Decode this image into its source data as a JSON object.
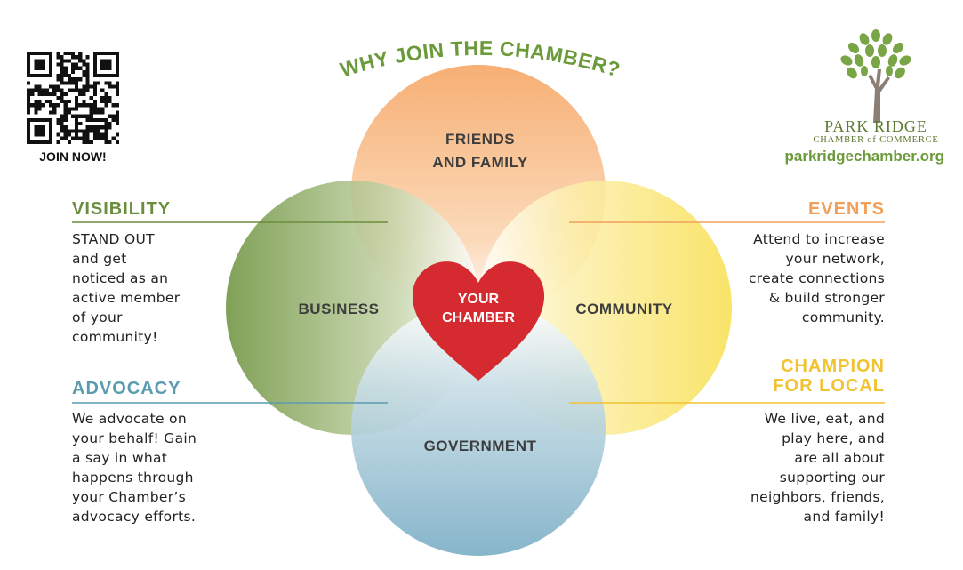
{
  "qr": {
    "caption": "JOIN NOW!"
  },
  "title": "WHY JOIN THE CHAMBER?",
  "circles": {
    "top": "FRIENDS AND FAMILY",
    "top_line1": "FRIENDS",
    "top_line2": "AND FAMILY",
    "left": "BUSINESS",
    "right": "COMMUNITY",
    "bottom": "GOVERNMENT"
  },
  "heart": {
    "line1": "YOUR",
    "line2": "CHAMBER"
  },
  "sections": {
    "visibility": {
      "heading": "VISIBILITY",
      "body": [
        "STAND OUT",
        "and get",
        "noticed as an",
        "active member",
        "of your",
        "community!"
      ]
    },
    "advocacy": {
      "heading": "ADVOCACY",
      "body": [
        "We advocate on",
        "your behalf! Gain",
        "a say in what",
        "happens through",
        "your Chamber’s",
        "advocacy efforts."
      ]
    },
    "events": {
      "heading": "EVENTS",
      "body": [
        "Attend to increase",
        "your network,",
        "create connections",
        "& build stronger",
        "community."
      ]
    },
    "champion": {
      "heading_line1": "CHAMPION",
      "heading_line2": "FOR LOCAL",
      "body": [
        "We live, eat, and",
        "play here, and",
        "are all about",
        "supporting our",
        "neighbors, friends,",
        "and family!"
      ]
    }
  },
  "logo": {
    "name": "PARK RIDGE",
    "subtitle": "CHAMBER of COMMERCE",
    "url": "parkridgechamber.org"
  },
  "colors": {
    "green": "#6b8e3e",
    "orange": "#f5a86a",
    "yellow": "#f7e15a",
    "blue": "#7fb1c9",
    "heart_red": "#d42a30"
  },
  "icons": [
    "qr-code-icon",
    "heart-icon",
    "tree-logo-icon"
  ]
}
